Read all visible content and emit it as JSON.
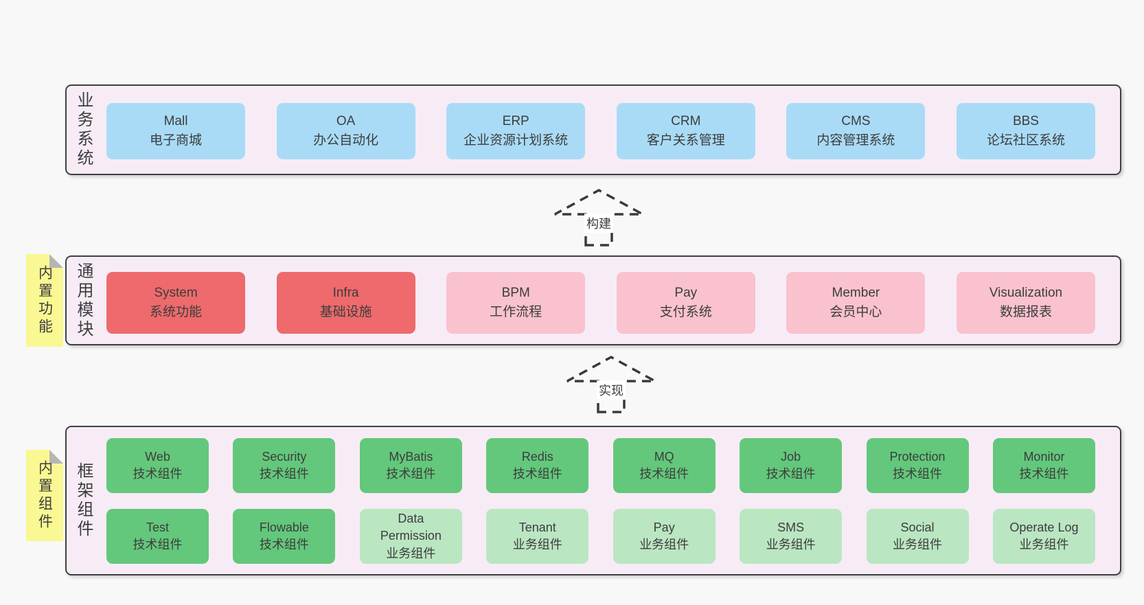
{
  "colors": {
    "page-bg": "#f8f8f8",
    "band-bg": "#f7ecf6",
    "band-border": "#404040",
    "text": "#3d3d3d",
    "box-blue": "#a9dbf7",
    "box-red": "#ee6a6c",
    "box-pink": "#f9c2ce",
    "box-green": "#63c87b",
    "box-green-light": "#bae6c2",
    "sticky-bg": "#f9f892",
    "sticky-fold": "#b5b5b5",
    "arrow-stroke": "#3a3a3a",
    "arrow-fill": "#f9f9f9",
    "arrow-label-bg": "#ffffff"
  },
  "diagram": {
    "bands": [
      {
        "label": "业务系统",
        "boxes": [
          {
            "title": "Mall",
            "subtitle": "电子商城"
          },
          {
            "title": "OA",
            "subtitle": "办公自动化"
          },
          {
            "title": "ERP",
            "subtitle": "企业资源计划系统"
          },
          {
            "title": "CRM",
            "subtitle": "客户关系管理"
          },
          {
            "title": "CMS",
            "subtitle": "内容管理系统"
          },
          {
            "title": "BBS",
            "subtitle": "论坛社区系统"
          }
        ]
      },
      {
        "label": "通用模块",
        "sticky": "内置功能",
        "boxes": [
          {
            "title": "System",
            "subtitle": "系统功能"
          },
          {
            "title": "Infra",
            "subtitle": "基础设施"
          },
          {
            "title": "BPM",
            "subtitle": "工作流程"
          },
          {
            "title": "Pay",
            "subtitle": "支付系统"
          },
          {
            "title": "Member",
            "subtitle": "会员中心"
          },
          {
            "title": "Visualization",
            "subtitle": "数据报表"
          }
        ]
      },
      {
        "label": "框架组件",
        "sticky": "内置组件",
        "row1": [
          {
            "title": "Web",
            "subtitle": "技术组件"
          },
          {
            "title": "Security",
            "subtitle": "技术组件"
          },
          {
            "title": "MyBatis",
            "subtitle": "技术组件"
          },
          {
            "title": "Redis",
            "subtitle": "技术组件"
          },
          {
            "title": "MQ",
            "subtitle": "技术组件"
          },
          {
            "title": "Job",
            "subtitle": "技术组件"
          },
          {
            "title": "Protection",
            "subtitle": "技术组件"
          },
          {
            "title": "Monitor",
            "subtitle": "技术组件"
          }
        ],
        "row2": [
          {
            "title": "Test",
            "subtitle": "技术组件"
          },
          {
            "title": "Flowable",
            "subtitle": "技术组件"
          },
          {
            "title": "Data Permission",
            "subtitle": "业务组件"
          },
          {
            "title": "Tenant",
            "subtitle": "业务组件"
          },
          {
            "title": "Pay",
            "subtitle": "业务组件"
          },
          {
            "title": "SMS",
            "subtitle": "业务组件"
          },
          {
            "title": "Social",
            "subtitle": "业务组件"
          },
          {
            "title": "Operate Log",
            "subtitle": "业务组件"
          }
        ]
      }
    ],
    "arrows": [
      {
        "label": "构建"
      },
      {
        "label": "实现"
      }
    ]
  }
}
